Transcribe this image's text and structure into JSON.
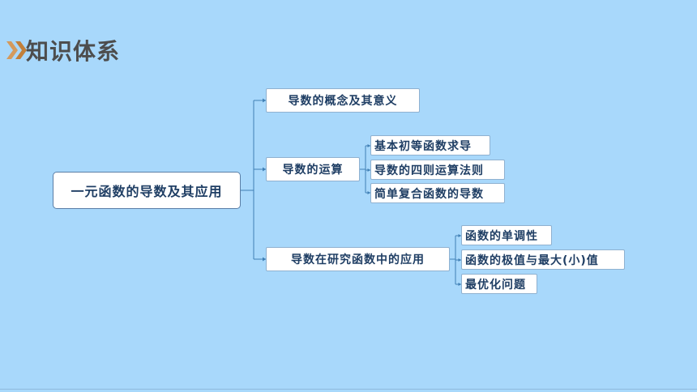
{
  "header": {
    "title": "知识体系",
    "icon": "double-chevron-icon",
    "accent_color": "#cc8a44"
  },
  "mindmap": {
    "root": "一元函数的导数及其应用",
    "branch1": {
      "label": "导数的概念及其意义"
    },
    "branch2": {
      "label": "导数的运算",
      "children": [
        "基本初等函数求导",
        "导数的四则运算法则",
        "简单复合函数的导数"
      ]
    },
    "branch3": {
      "label": "导数在研究函数中的应用",
      "children": [
        "函数的单调性",
        "函数的极值与最大(小)值",
        "最优化问题"
      ]
    }
  }
}
